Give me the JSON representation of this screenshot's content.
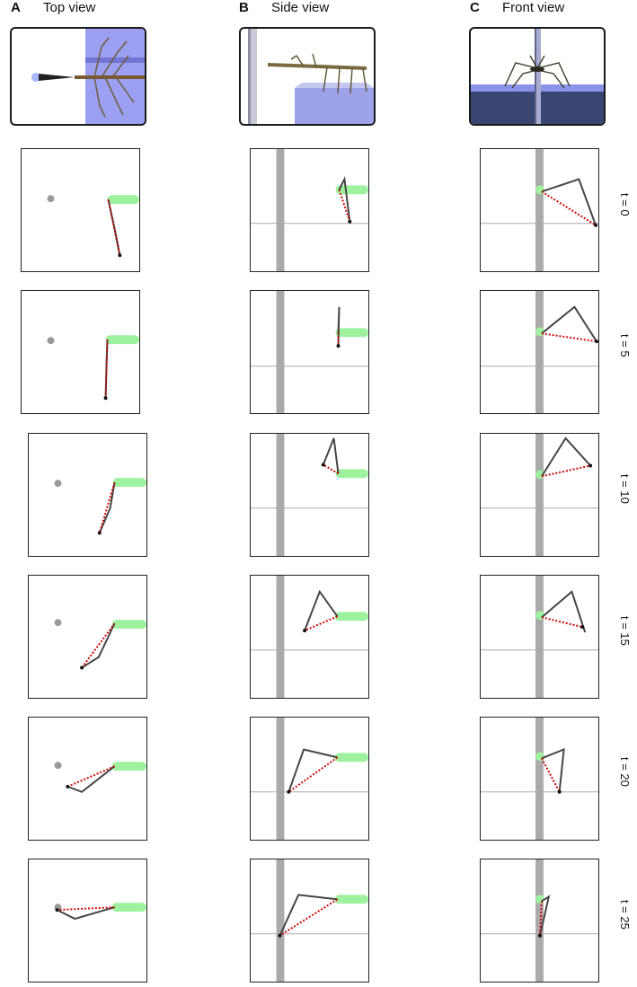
{
  "columns": [
    {
      "letter": "A",
      "title": "Top view"
    },
    {
      "letter": "B",
      "title": "Side view"
    },
    {
      "letter": "C",
      "title": "Front view"
    }
  ],
  "time_labels": [
    "t = 0",
    "t = 5",
    "t = 10",
    "t = 15",
    "t = 20",
    "t = 25"
  ],
  "colors": {
    "limb": "#444444",
    "target_line": "#cc0000",
    "body_marker": "#9ef29e",
    "pole": "#aaaaaa",
    "target_dot": "#999999",
    "platform": "#7f86e6"
  }
}
